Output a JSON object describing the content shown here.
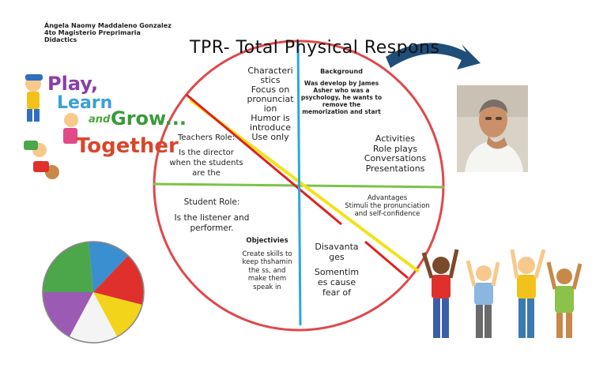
{
  "author": {
    "line1": "Ángela Naomy Maddaleno Gonzalez",
    "line2": "4to Magisterio Preprimaria",
    "line3": "Didactics"
  },
  "title": "TPR- Total Physical Respons",
  "quadrants": {
    "characteristics": {
      "heading": "Characteri stics",
      "items": [
        "Focus on pronunciat ion",
        "Humor is introduce",
        "Use only"
      ]
    },
    "background": {
      "heading": "Background",
      "text": "Was develop by James Asher who was a psychology, he wants to remove the memorization and start"
    },
    "teachers_role": {
      "heading": "Teachers Role:",
      "text": "Is the director when the students are the"
    },
    "activities": {
      "items": [
        "Activities",
        "Role plays",
        "Conversations",
        "Presentations"
      ]
    },
    "advantages": {
      "heading": "Advantages",
      "text": "Stimuli the pronunciation and self-confidence"
    },
    "student_role": {
      "heading": "Student Role:",
      "text": "Is the listener and performer."
    },
    "objectives": {
      "heading": "Objectivies",
      "text": "Create skills to keep thshamin the ss, and make them speak in"
    },
    "disadvantages": {
      "heading": "Disavanta ges",
      "text": "Somentim es cause fear of"
    }
  },
  "logo": {
    "play": "Play,",
    "learn": "Learn",
    "and": "and",
    "grow": "Grow...",
    "together": "Together"
  },
  "colors": {
    "circle": "#e0484b",
    "vertical_line": "#2aa7e0",
    "horizontal_line": "#7dc24a",
    "red_diagonal": "#e02020",
    "yellow_diagonal": "#f2e21a",
    "arrow": "#1f4e79"
  }
}
